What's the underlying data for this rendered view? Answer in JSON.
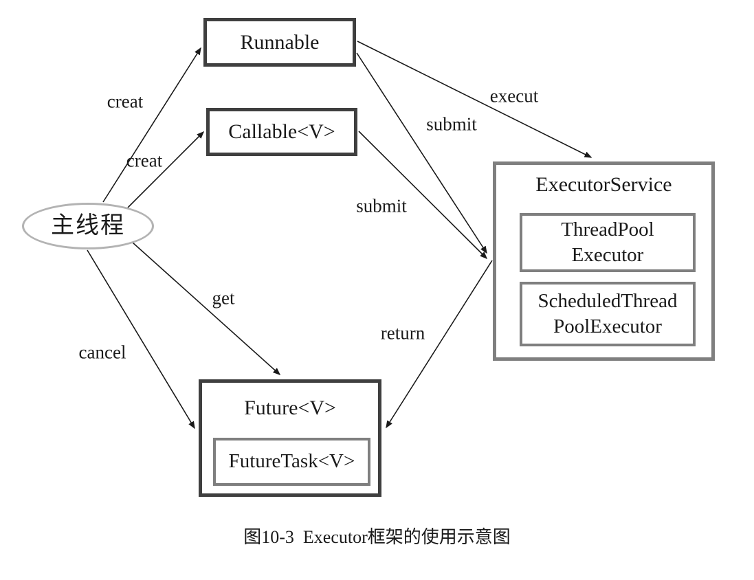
{
  "diagram": {
    "nodes": {
      "main_thread": {
        "label": "主线程"
      },
      "runnable": {
        "label": "Runnable"
      },
      "callable": {
        "label": "Callable<V>"
      },
      "executor_service": {
        "label": "ExecutorService",
        "children": {
          "thread_pool_executor": {
            "line1": "ThreadPool",
            "line2": "Executor"
          },
          "scheduled_thread_pool_executor": {
            "line1": "ScheduledThread",
            "line2": "PoolExecutor"
          }
        }
      },
      "future": {
        "label": "Future<V>",
        "children": {
          "future_task": {
            "label": "FutureTask<V>"
          }
        }
      }
    },
    "edges": [
      {
        "label": "creat",
        "from": "main-thread",
        "to": "runnable"
      },
      {
        "label": "creat",
        "from": "main-thread",
        "to": "callable"
      },
      {
        "label": "execut",
        "from": "runnable",
        "to": "executor-service"
      },
      {
        "label": "submit",
        "from": "runnable",
        "to": "executor-service"
      },
      {
        "label": "submit",
        "from": "callable",
        "to": "executor-service"
      },
      {
        "label": "get",
        "from": "main-thread",
        "to": "future"
      },
      {
        "label": "cancel",
        "from": "main-thread",
        "to": "future"
      },
      {
        "label": "return",
        "from": "executor-service",
        "to": "future"
      }
    ],
    "caption": "图10-3  Executor框架的使用示意图"
  },
  "colors": {
    "background": "#ffffff",
    "dark_box_border": "#3f3f3f",
    "gray_box_border": "#7f7f7f",
    "ellipse_border": "#b3b3b3",
    "line": "#1a1a1a",
    "text": "#1a1a1a"
  }
}
